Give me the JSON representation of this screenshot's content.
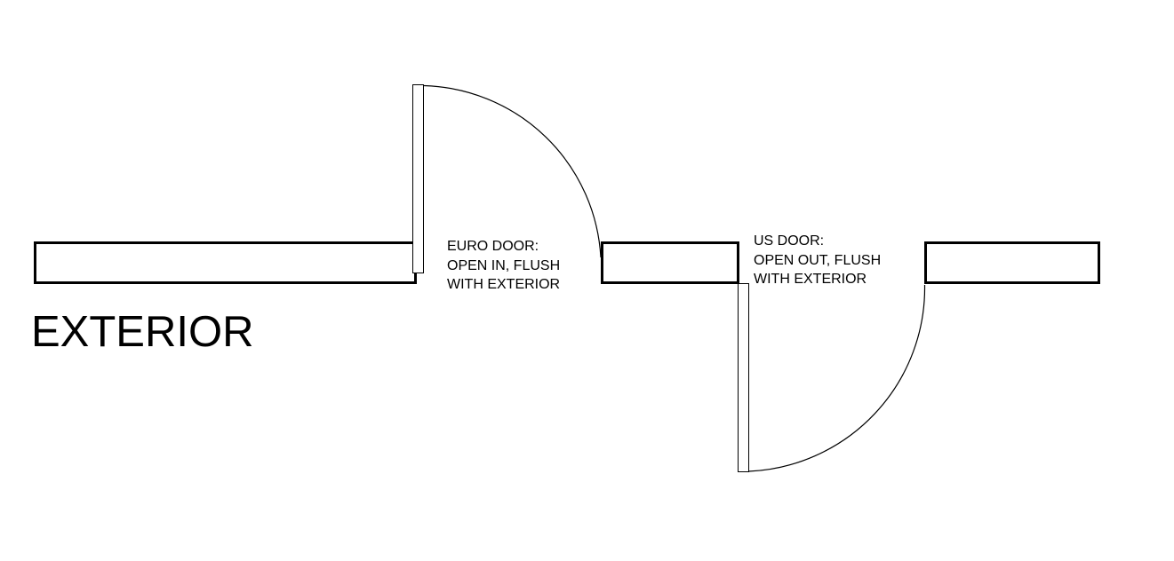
{
  "diagram": {
    "colors": {
      "background": "#ffffff",
      "line": "#000000",
      "text": "#000000"
    },
    "exterior_label": "EXTERIOR",
    "doors": {
      "euro": {
        "label_lines": [
          "EURO DOOR:",
          "OPEN IN, FLUSH",
          "WITH EXTERIOR"
        ]
      },
      "us": {
        "label_lines": [
          "US DOOR:",
          "OPEN OUT, FLUSH",
          "WITH EXTERIOR"
        ]
      }
    }
  }
}
